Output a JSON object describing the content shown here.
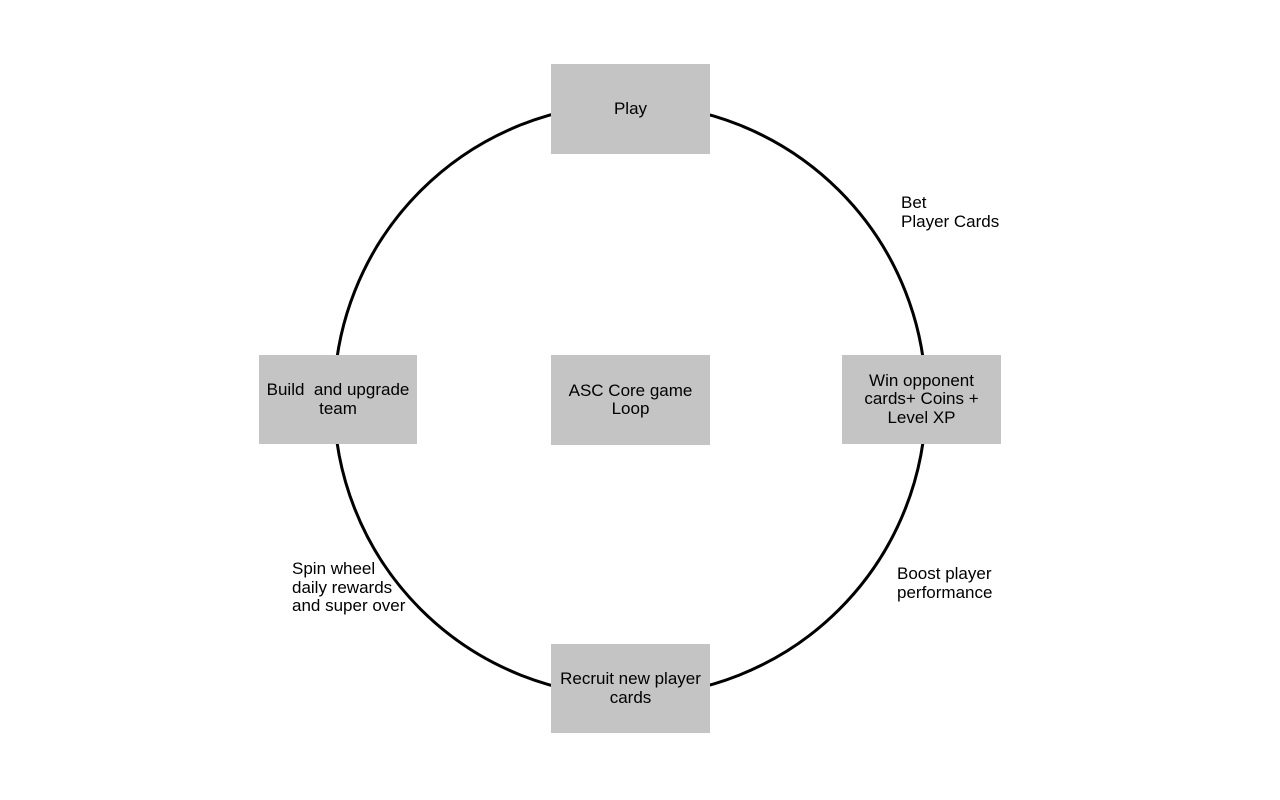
{
  "colors": {
    "background": "#ffffff",
    "box_fill": "#c4c4c4",
    "line": "#000000",
    "text": "#000000"
  },
  "diagram": {
    "nodes": {
      "center": "ASC Core game\nLoop",
      "top": "Play",
      "right": "Win opponent\ncards+ Coins +\nLevel XP",
      "bottom": "Recruit new player\ncards",
      "left": "Build  and upgrade\nteam"
    },
    "edge_labels": {
      "top_right": "Bet\nPlayer Cards",
      "bottom_right": "Boost player\nperformance",
      "bottom_left": "Spin wheel\ndaily rewards\nand super over"
    }
  }
}
